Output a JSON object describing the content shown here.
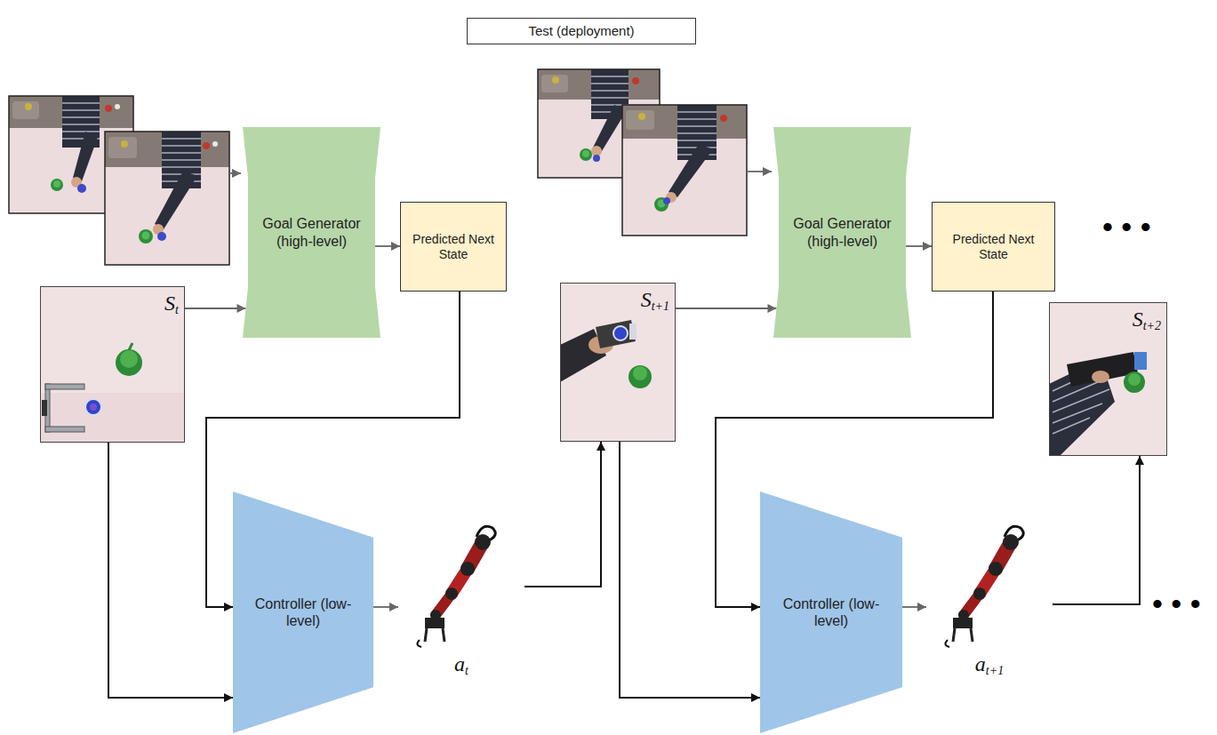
{
  "diagram": {
    "nodes": [
      {
        "text": [
          "Test (deployment)"
        ]
      },
      {
        "text": [
          "Goal Generator (high-level)"
        ]
      },
      {
        "text": [
          "Predicted Next State"
        ]
      },
      {
        "text": [
          "S",
          "t"
        ]
      },
      {
        "text": [
          "Controller (low-level)"
        ]
      },
      {
        "text": [
          "a",
          "t"
        ]
      },
      {
        "text": [
          "Goal Generator (high-level)"
        ]
      },
      {
        "text": [
          "Predicted Next State"
        ]
      },
      {
        "text": [
          "S",
          "t+1"
        ]
      },
      {
        "text": [
          "Controller (low-level)"
        ]
      },
      {
        "text": [
          "a",
          "t+1"
        ]
      },
      {
        "text": [
          "S",
          "t+2"
        ]
      }
    ],
    "edges": [
      {
        "from": 3,
        "to": 1,
        "arrow": "to"
      },
      {
        "from": 1,
        "to": 2,
        "arrow": "to"
      },
      {
        "from": 2,
        "to": 4,
        "arrow": "to"
      },
      {
        "from": 3,
        "to": 4,
        "arrow": "to"
      },
      {
        "from": 4,
        "to": 5,
        "arrow": "to"
      },
      {
        "from": 5,
        "to": 8,
        "arrow": "to"
      },
      {
        "from": 8,
        "to": 6,
        "arrow": "to"
      },
      {
        "from": 6,
        "to": 7,
        "arrow": "to"
      },
      {
        "from": 7,
        "to": 9,
        "arrow": "to"
      },
      {
        "from": 8,
        "to": 9,
        "arrow": "to"
      },
      {
        "from": 9,
        "to": 10,
        "arrow": "to"
      },
      {
        "from": 10,
        "to": 11,
        "arrow": "to"
      }
    ],
    "labels": [
      "• • •",
      "• • •"
    ]
  }
}
